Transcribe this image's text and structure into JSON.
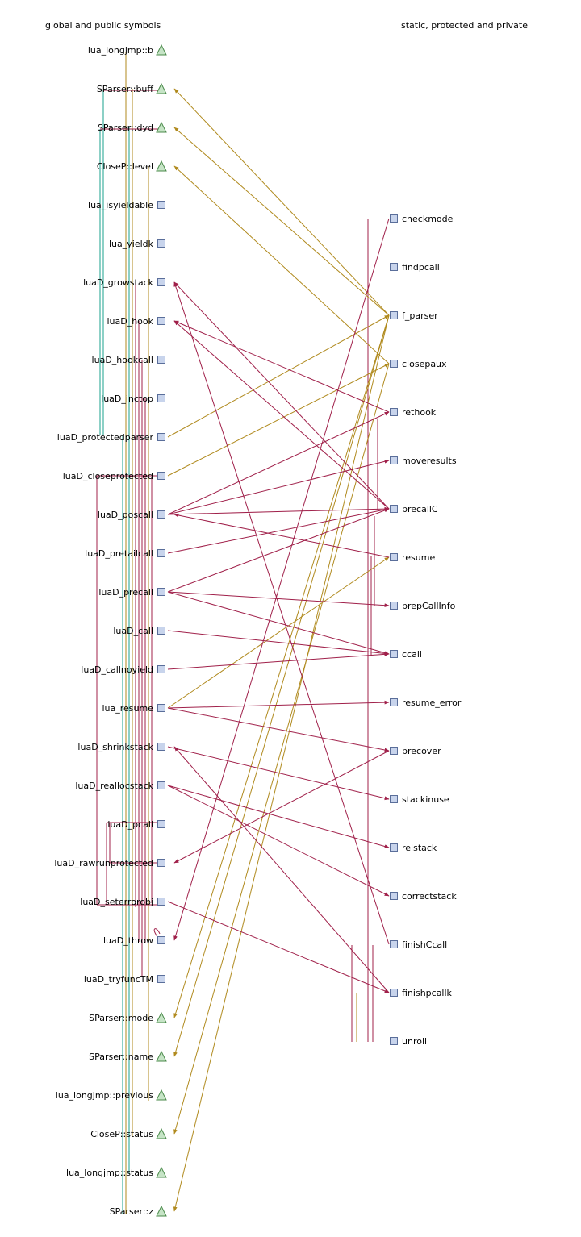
{
  "headers": {
    "left": "global and public symbols",
    "right": "static, protected and private"
  },
  "colors": {
    "call": "#a0204a",
    "data": "#b08a1e",
    "link": "#1aa08c",
    "node_fill": "#c8d4ec",
    "node_stroke": "#5a6e9a",
    "tri_fill": "#c6e4c6",
    "tri_stroke": "#4a8a4a"
  },
  "left_nodes": [
    {
      "id": "L0",
      "label": "lua_longjmp::b",
      "shape": "triangle"
    },
    {
      "id": "L1",
      "label": "SParser::buff",
      "shape": "triangle"
    },
    {
      "id": "L2",
      "label": "SParser::dyd",
      "shape": "triangle"
    },
    {
      "id": "L3",
      "label": "CloseP::level",
      "shape": "triangle"
    },
    {
      "id": "L4",
      "label": "lua_isyieldable",
      "shape": "square"
    },
    {
      "id": "L5",
      "label": "lua_yieldk",
      "shape": "square"
    },
    {
      "id": "L6",
      "label": "luaD_growstack",
      "shape": "square"
    },
    {
      "id": "L7",
      "label": "luaD_hook",
      "shape": "square"
    },
    {
      "id": "L8",
      "label": "luaD_hookcall",
      "shape": "square"
    },
    {
      "id": "L9",
      "label": "luaD_inctop",
      "shape": "square"
    },
    {
      "id": "L10",
      "label": "luaD_protectedparser",
      "shape": "square"
    },
    {
      "id": "L11",
      "label": "luaD_closeprotected",
      "shape": "square"
    },
    {
      "id": "L12",
      "label": "luaD_poscall",
      "shape": "square"
    },
    {
      "id": "L13",
      "label": "luaD_pretailcall",
      "shape": "square"
    },
    {
      "id": "L14",
      "label": "luaD_precall",
      "shape": "square"
    },
    {
      "id": "L15",
      "label": "luaD_call",
      "shape": "square"
    },
    {
      "id": "L16",
      "label": "luaD_callnoyield",
      "shape": "square"
    },
    {
      "id": "L17",
      "label": "lua_resume",
      "shape": "square"
    },
    {
      "id": "L18",
      "label": "luaD_shrinkstack",
      "shape": "square"
    },
    {
      "id": "L19",
      "label": "luaD_reallocstack",
      "shape": "square"
    },
    {
      "id": "L20",
      "label": "luaD_pcall",
      "shape": "square"
    },
    {
      "id": "L21",
      "label": "luaD_rawrunprotected",
      "shape": "square"
    },
    {
      "id": "L22",
      "label": "luaD_seterrorobj",
      "shape": "square"
    },
    {
      "id": "L23",
      "label": "luaD_throw",
      "shape": "square"
    },
    {
      "id": "L24",
      "label": "luaD_tryfuncTM",
      "shape": "square"
    },
    {
      "id": "L25",
      "label": "SParser::mode",
      "shape": "triangle"
    },
    {
      "id": "L26",
      "label": "SParser::name",
      "shape": "triangle"
    },
    {
      "id": "L27",
      "label": "lua_longjmp::previous",
      "shape": "triangle"
    },
    {
      "id": "L28",
      "label": "CloseP::status",
      "shape": "triangle"
    },
    {
      "id": "L29",
      "label": "lua_longjmp::status",
      "shape": "triangle"
    },
    {
      "id": "L30",
      "label": "SParser::z",
      "shape": "triangle"
    }
  ],
  "right_nodes": [
    {
      "id": "R0",
      "label": "checkmode"
    },
    {
      "id": "R1",
      "label": "findpcall"
    },
    {
      "id": "R2",
      "label": "f_parser"
    },
    {
      "id": "R3",
      "label": "closepaux"
    },
    {
      "id": "R4",
      "label": "rethook"
    },
    {
      "id": "R5",
      "label": "moveresults"
    },
    {
      "id": "R6",
      "label": "precallC"
    },
    {
      "id": "R7",
      "label": "resume"
    },
    {
      "id": "R8",
      "label": "prepCallInfo"
    },
    {
      "id": "R9",
      "label": "ccall"
    },
    {
      "id": "R10",
      "label": "resume_error"
    },
    {
      "id": "R11",
      "label": "precover"
    },
    {
      "id": "R12",
      "label": "stackinuse"
    },
    {
      "id": "R13",
      "label": "relstack"
    },
    {
      "id": "R14",
      "label": "correctstack"
    },
    {
      "id": "R15",
      "label": "finishCcall"
    },
    {
      "id": "R16",
      "label": "finishpcallk"
    },
    {
      "id": "R17",
      "label": "unroll"
    }
  ],
  "edges": [
    {
      "from": "L10",
      "to": "R2",
      "kind": "data"
    },
    {
      "from": "L11",
      "to": "R3",
      "kind": "data"
    },
    {
      "from": "L17",
      "to": "R7",
      "kind": "data"
    },
    {
      "from": "R2",
      "to": "L1",
      "kind": "data"
    },
    {
      "from": "R2",
      "to": "L2",
      "kind": "data"
    },
    {
      "from": "R3",
      "to": "L3",
      "kind": "data"
    },
    {
      "from": "R2",
      "to": "L25",
      "kind": "data"
    },
    {
      "from": "R2",
      "to": "L26",
      "kind": "data"
    },
    {
      "from": "R3",
      "to": "L28",
      "kind": "data"
    },
    {
      "from": "R2",
      "to": "L30",
      "kind": "data"
    },
    {
      "from": "L12",
      "to": "R4",
      "kind": "call"
    },
    {
      "from": "L12",
      "to": "R5",
      "kind": "call"
    },
    {
      "from": "L12",
      "to": "R6",
      "kind": "call"
    },
    {
      "from": "L13",
      "to": "R6",
      "kind": "call"
    },
    {
      "from": "L14",
      "to": "R6",
      "kind": "call"
    },
    {
      "from": "L14",
      "to": "R8",
      "kind": "call"
    },
    {
      "from": "L14",
      "to": "R9",
      "kind": "call"
    },
    {
      "from": "L15",
      "to": "R9",
      "kind": "call"
    },
    {
      "from": "L16",
      "to": "R9",
      "kind": "call"
    },
    {
      "from": "L17",
      "to": "R10",
      "kind": "call"
    },
    {
      "from": "L17",
      "to": "R11",
      "kind": "call"
    },
    {
      "from": "L18",
      "to": "R12",
      "kind": "call"
    },
    {
      "from": "L19",
      "to": "R13",
      "kind": "call"
    },
    {
      "from": "L19",
      "to": "R14",
      "kind": "call"
    },
    {
      "from": "L22",
      "to": "R16",
      "kind": "call"
    },
    {
      "from": "R4",
      "to": "L7",
      "kind": "call"
    },
    {
      "from": "R6",
      "to": "L6",
      "kind": "call"
    },
    {
      "from": "R6",
      "to": "L7",
      "kind": "call"
    },
    {
      "from": "R7",
      "to": "L12",
      "kind": "call"
    },
    {
      "from": "R11",
      "to": "L21",
      "kind": "call"
    },
    {
      "from": "R15",
      "to": "L6",
      "kind": "call"
    },
    {
      "from": "R16",
      "to": "L18",
      "kind": "call"
    },
    {
      "from": "R0",
      "to": "L23",
      "kind": "call"
    }
  ]
}
